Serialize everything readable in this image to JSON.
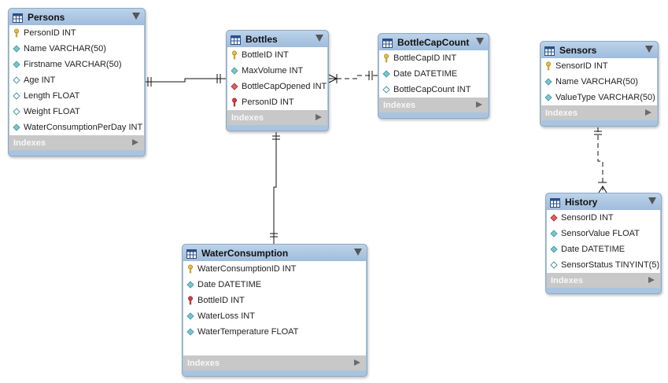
{
  "tables": {
    "persons": {
      "name": "Persons",
      "indexes_label": "Indexes",
      "columns": [
        {
          "label": "PersonID INT",
          "icon": "key-icon"
        },
        {
          "label": "Name VARCHAR(50)",
          "icon": "diamond-filled-icon"
        },
        {
          "label": "Firstname VARCHAR(50)",
          "icon": "diamond-filled-icon"
        },
        {
          "label": "Age INT",
          "icon": "diamond-outline-icon"
        },
        {
          "label": "Length FLOAT",
          "icon": "diamond-outline-icon"
        },
        {
          "label": "Weight FLOAT",
          "icon": "diamond-outline-icon"
        },
        {
          "label": "WaterConsumptionPerDay INT",
          "icon": "diamond-filled-icon"
        }
      ]
    },
    "bottles": {
      "name": "Bottles",
      "indexes_label": "Indexes",
      "columns": [
        {
          "label": "BottleID INT",
          "icon": "key-icon"
        },
        {
          "label": "MaxVolume INT",
          "icon": "diamond-filled-icon"
        },
        {
          "label": "BottleCapOpened INT",
          "icon": "diamond-red-icon"
        },
        {
          "label": "PersonID INT",
          "icon": "foreign-key-icon"
        }
      ]
    },
    "bottlecapcount": {
      "name": "BottleCapCount",
      "indexes_label": "Indexes",
      "columns": [
        {
          "label": "BottleCapID INT",
          "icon": "key-icon"
        },
        {
          "label": "Date DATETIME",
          "icon": "diamond-filled-icon"
        },
        {
          "label": "BottleCapCount INT",
          "icon": "diamond-outline-icon"
        }
      ]
    },
    "sensors": {
      "name": "Sensors",
      "indexes_label": "Indexes",
      "columns": [
        {
          "label": "SensorID INT",
          "icon": "key-icon"
        },
        {
          "label": "Name VARCHAR(50)",
          "icon": "diamond-filled-icon"
        },
        {
          "label": "ValueType VARCHAR(50)",
          "icon": "diamond-filled-icon"
        }
      ]
    },
    "history": {
      "name": "History",
      "indexes_label": "Indexes",
      "columns": [
        {
          "label": "SensorID INT",
          "icon": "diamond-red-icon"
        },
        {
          "label": "SensorValue FLOAT",
          "icon": "diamond-filled-icon"
        },
        {
          "label": "Date DATETIME",
          "icon": "diamond-filled-icon"
        },
        {
          "label": "SensorStatus TINYINT(5)",
          "icon": "diamond-outline-icon"
        }
      ]
    },
    "waterconsumption": {
      "name": "WaterConsumption",
      "indexes_label": "Indexes",
      "columns": [
        {
          "label": "WaterConsumptionID INT",
          "icon": "key-icon"
        },
        {
          "label": "Date DATETIME",
          "icon": "diamond-filled-icon"
        },
        {
          "label": "BottleID INT",
          "icon": "foreign-key-icon"
        },
        {
          "label": "WaterLoss INT",
          "icon": "diamond-filled-icon"
        },
        {
          "label": "WaterTemperature FLOAT",
          "icon": "diamond-filled-icon"
        }
      ]
    }
  },
  "relationships": [
    {
      "from": "Persons",
      "to": "Bottles",
      "style": "solid"
    },
    {
      "from": "Bottles",
      "to": "WaterConsumption",
      "style": "solid"
    },
    {
      "from": "Bottles",
      "to": "BottleCapCount",
      "style": "dashed"
    },
    {
      "from": "Sensors",
      "to": "History",
      "style": "dashed"
    }
  ],
  "colors": {
    "header": "#a9c4e0",
    "indexes_bar": "#c8c8c8",
    "key": "#e8c040",
    "column": "#79c6cf",
    "foreign_key": "#d84040"
  }
}
